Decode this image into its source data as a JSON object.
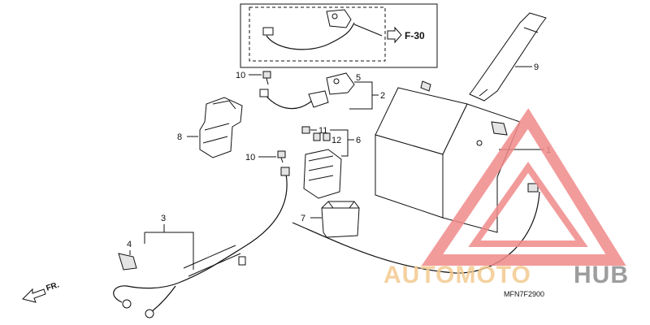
{
  "inset": {
    "ref_label": "F-30"
  },
  "callouts": {
    "c1": "1",
    "c2": "2",
    "c3": "3",
    "c4": "4",
    "c5": "5",
    "c6": "6",
    "c7": "7",
    "c8": "8",
    "c9": "9",
    "c10a": "10",
    "c10b": "10",
    "c11": "11",
    "c12": "12"
  },
  "direction_label": "FR.",
  "diagram_code": "MFN7F2900",
  "watermark": {
    "part1": "AUTOMOTO",
    "part2": "HUB",
    "color_primary": "#f3c98f",
    "color_secondary": "#8c8c8c",
    "triangle_color": "#f08a8a"
  }
}
